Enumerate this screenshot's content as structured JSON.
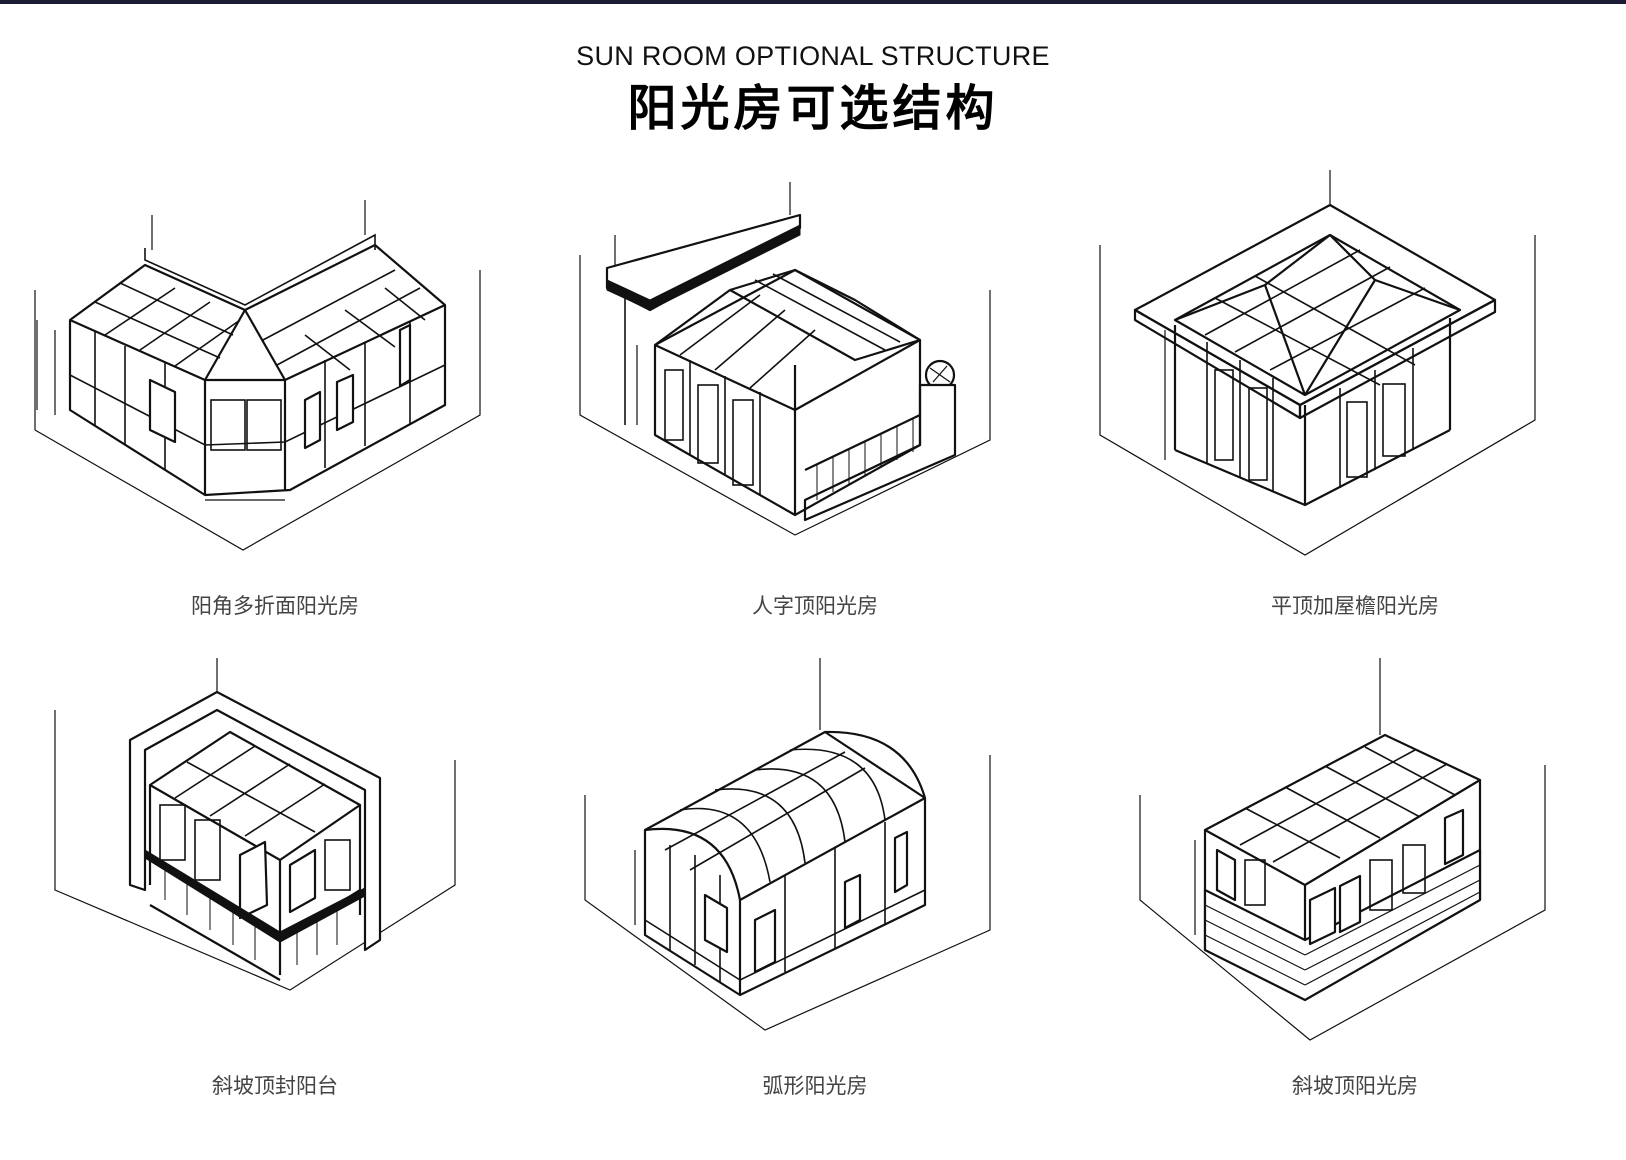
{
  "header": {
    "title_en": "SUN ROOM OPTIONAL STRUCTURE",
    "title_cn": "阳光房可选结构"
  },
  "structures": [
    {
      "label": "阳角多折面阳光房"
    },
    {
      "label": "人字顶阳光房"
    },
    {
      "label": "平顶加屋檐阳光房"
    },
    {
      "label": "斜坡顶封阳台"
    },
    {
      "label": "弧形阳光房"
    },
    {
      "label": "斜坡顶阳光房"
    }
  ]
}
